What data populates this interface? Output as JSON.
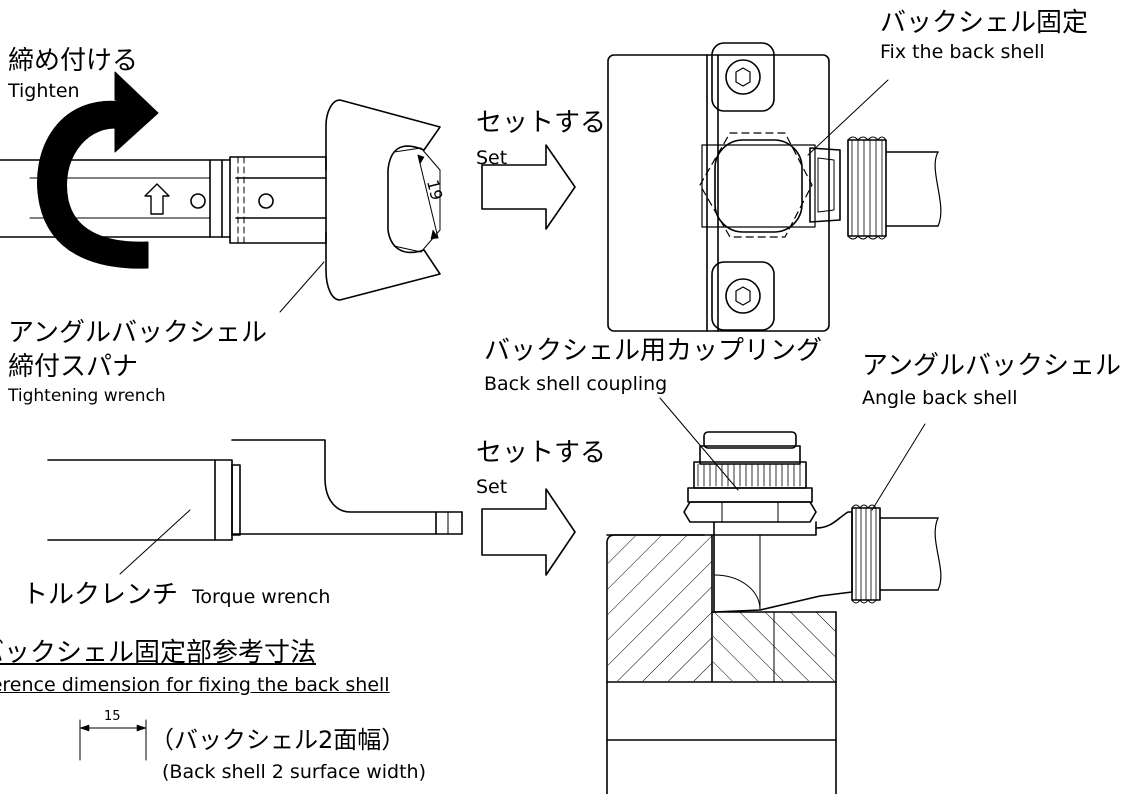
{
  "tighten": {
    "jp": "締め付ける",
    "en": "Tighten"
  },
  "wrench": {
    "jp_line1": "アングルバックシェル",
    "jp_line2": "締付スパナ",
    "en": "Tightening wrench",
    "width_dim": "19"
  },
  "set_top": {
    "jp": "セットする",
    "en": "Set"
  },
  "set_bottom": {
    "jp": "セットする",
    "en": "Set"
  },
  "fix_back_shell": {
    "jp": "バックシェル固定",
    "en": "Fix the back shell"
  },
  "coupling": {
    "jp": "バックシェル用カップリング",
    "en": "Back shell coupling"
  },
  "angle_back_shell": {
    "jp": "アングルバックシェル",
    "en": "Angle back shell"
  },
  "torque_wrench": {
    "jp": "トルクレンチ",
    "en": "Torque wrench"
  },
  "reference": {
    "jp": "バックシェル固定部参考寸法",
    "en": "Reference dimension for fixing the back shell"
  },
  "surface_width": {
    "dim": "15",
    "jp": "（バックシェル2面幅）",
    "en": "(Back shell 2 surface width)"
  },
  "colors": {
    "line": "#000000",
    "background": "#ffffff"
  }
}
